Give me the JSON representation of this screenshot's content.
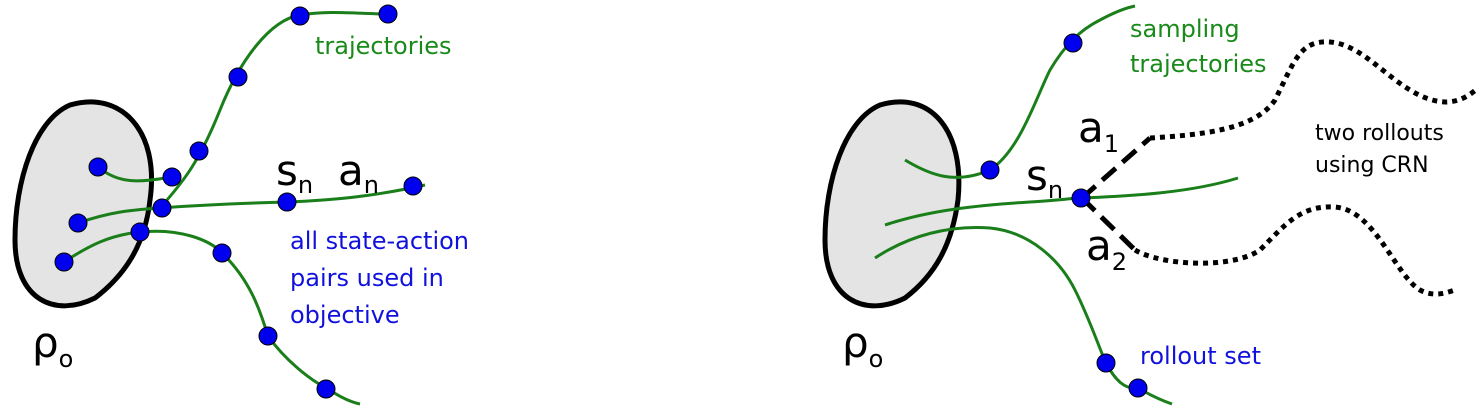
{
  "colors": {
    "trajectory": "#1a7f1a",
    "point": "#0000ee",
    "outline": "#000000",
    "fill": "#e4e4e4",
    "label_green": "#1a8a1a",
    "label_blue": "#1111dd",
    "label_black": "#000000"
  },
  "left": {
    "rho": "ρ",
    "rho_sub": "o",
    "s": "s",
    "s_sub": "n",
    "a": "a",
    "a_sub": "n",
    "trajectories_label": "trajectories",
    "pairs_label": [
      "all state-action",
      "pairs used in",
      "objective"
    ]
  },
  "right": {
    "rho": "ρ",
    "rho_sub": "o",
    "s": "s",
    "s_sub": "n",
    "a1": "a",
    "a1_sub": "1",
    "a2": "a",
    "a2_sub": "2",
    "sampling_label": [
      "sampling",
      "trajectories"
    ],
    "rollouts_label": [
      "two rollouts",
      "using CRN"
    ],
    "rollout_set_label": "rollout set"
  }
}
